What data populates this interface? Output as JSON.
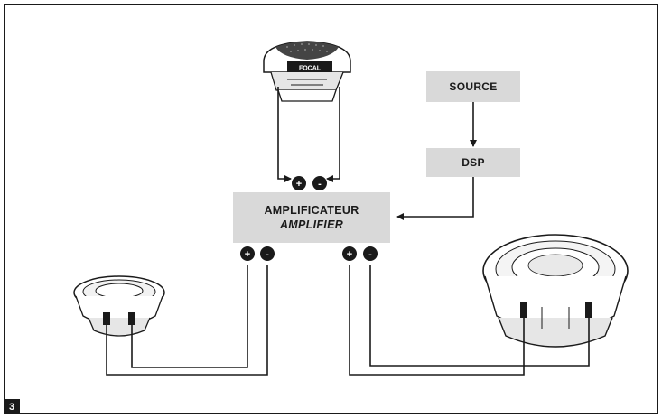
{
  "boxes": {
    "source": "SOURCE",
    "dsp": "DSP",
    "amplifier_fr": "AMPLIFICATEUR",
    "amplifier_en": "AMPLIFIER"
  },
  "terminals": {
    "plus": "+",
    "minus": "-"
  },
  "tweeter_brand": "FOCAL",
  "page_number": "3",
  "colors": {
    "box_fill": "#d9d9d9",
    "line": "#1a1a1a"
  }
}
